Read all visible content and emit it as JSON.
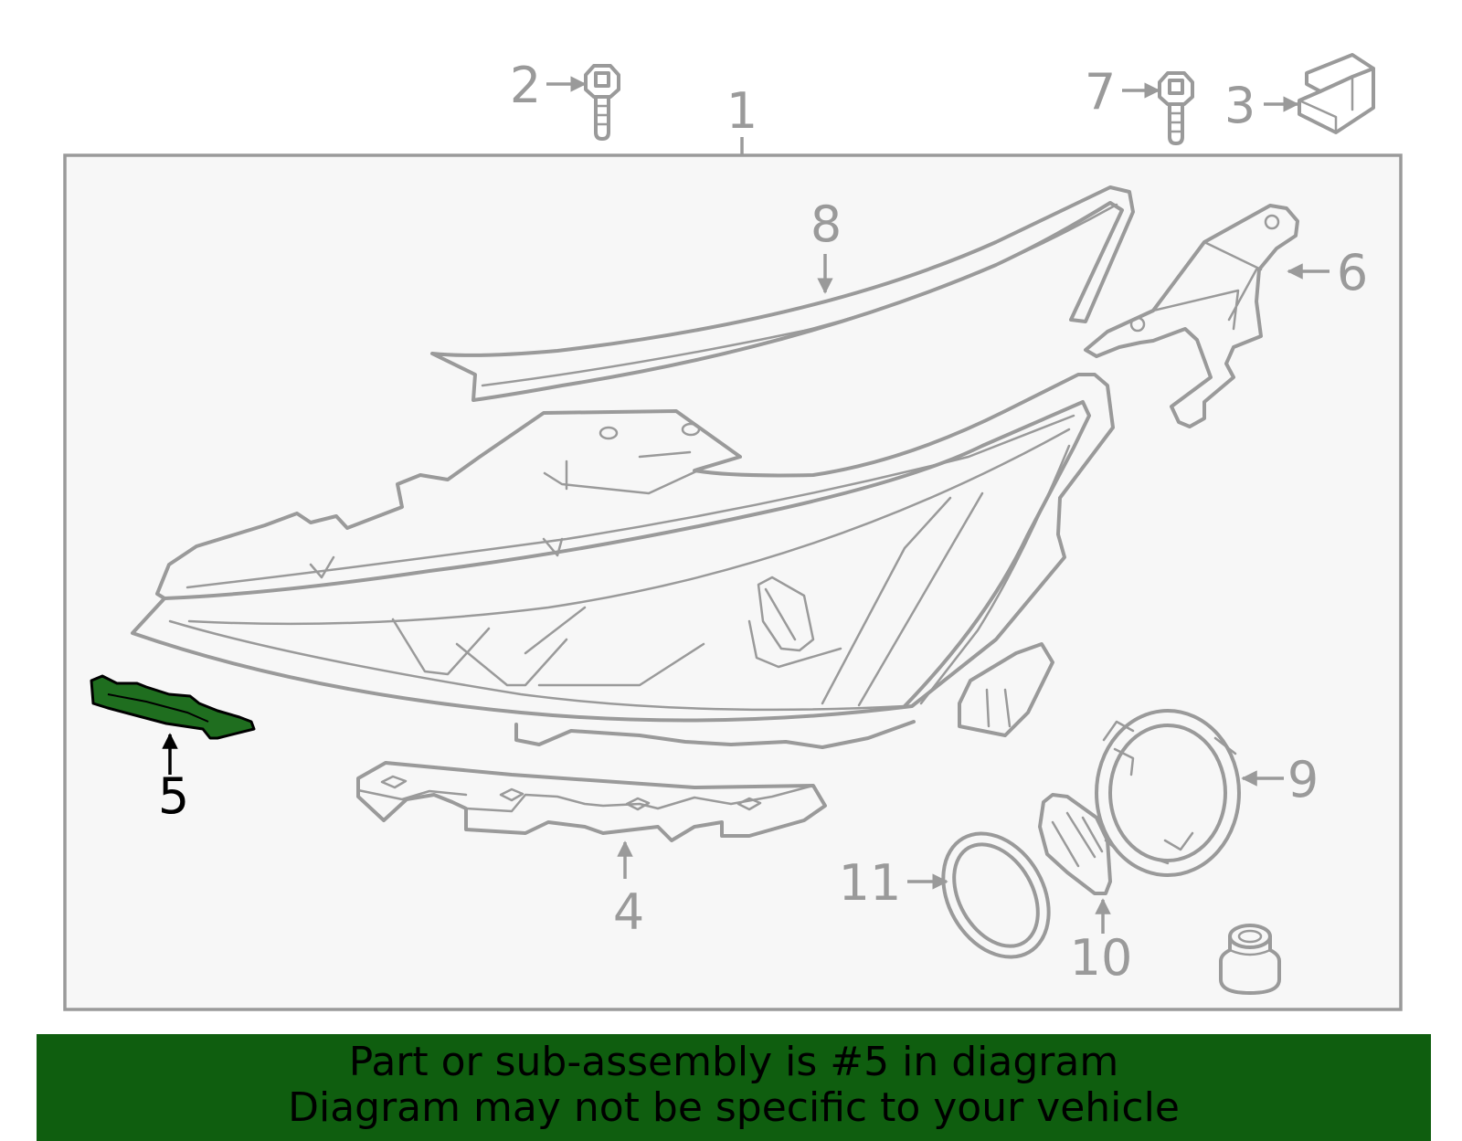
{
  "diagram": {
    "callouts": [
      {
        "id": "1",
        "label": "1",
        "highlighted": false
      },
      {
        "id": "2",
        "label": "2",
        "highlighted": false
      },
      {
        "id": "3",
        "label": "3",
        "highlighted": false
      },
      {
        "id": "4",
        "label": "4",
        "highlighted": false
      },
      {
        "id": "5",
        "label": "5",
        "highlighted": true
      },
      {
        "id": "6",
        "label": "6",
        "highlighted": false
      },
      {
        "id": "7",
        "label": "7",
        "highlighted": false
      },
      {
        "id": "8",
        "label": "8",
        "highlighted": false
      },
      {
        "id": "9",
        "label": "9",
        "highlighted": false
      },
      {
        "id": "10",
        "label": "10",
        "highlighted": false
      },
      {
        "id": "11",
        "label": "11",
        "highlighted": false
      }
    ],
    "colors": {
      "line": "#9a9a9a",
      "highlight_fill": "#1f6e1f",
      "highlight_label": "#000000",
      "frame_fill": "#f7f7f7",
      "banner_bg": "#0f5e0f"
    }
  },
  "banner": {
    "line1": "Part or sub-assembly is #5 in diagram",
    "line2": "Diagram may not be specific to your vehicle"
  }
}
